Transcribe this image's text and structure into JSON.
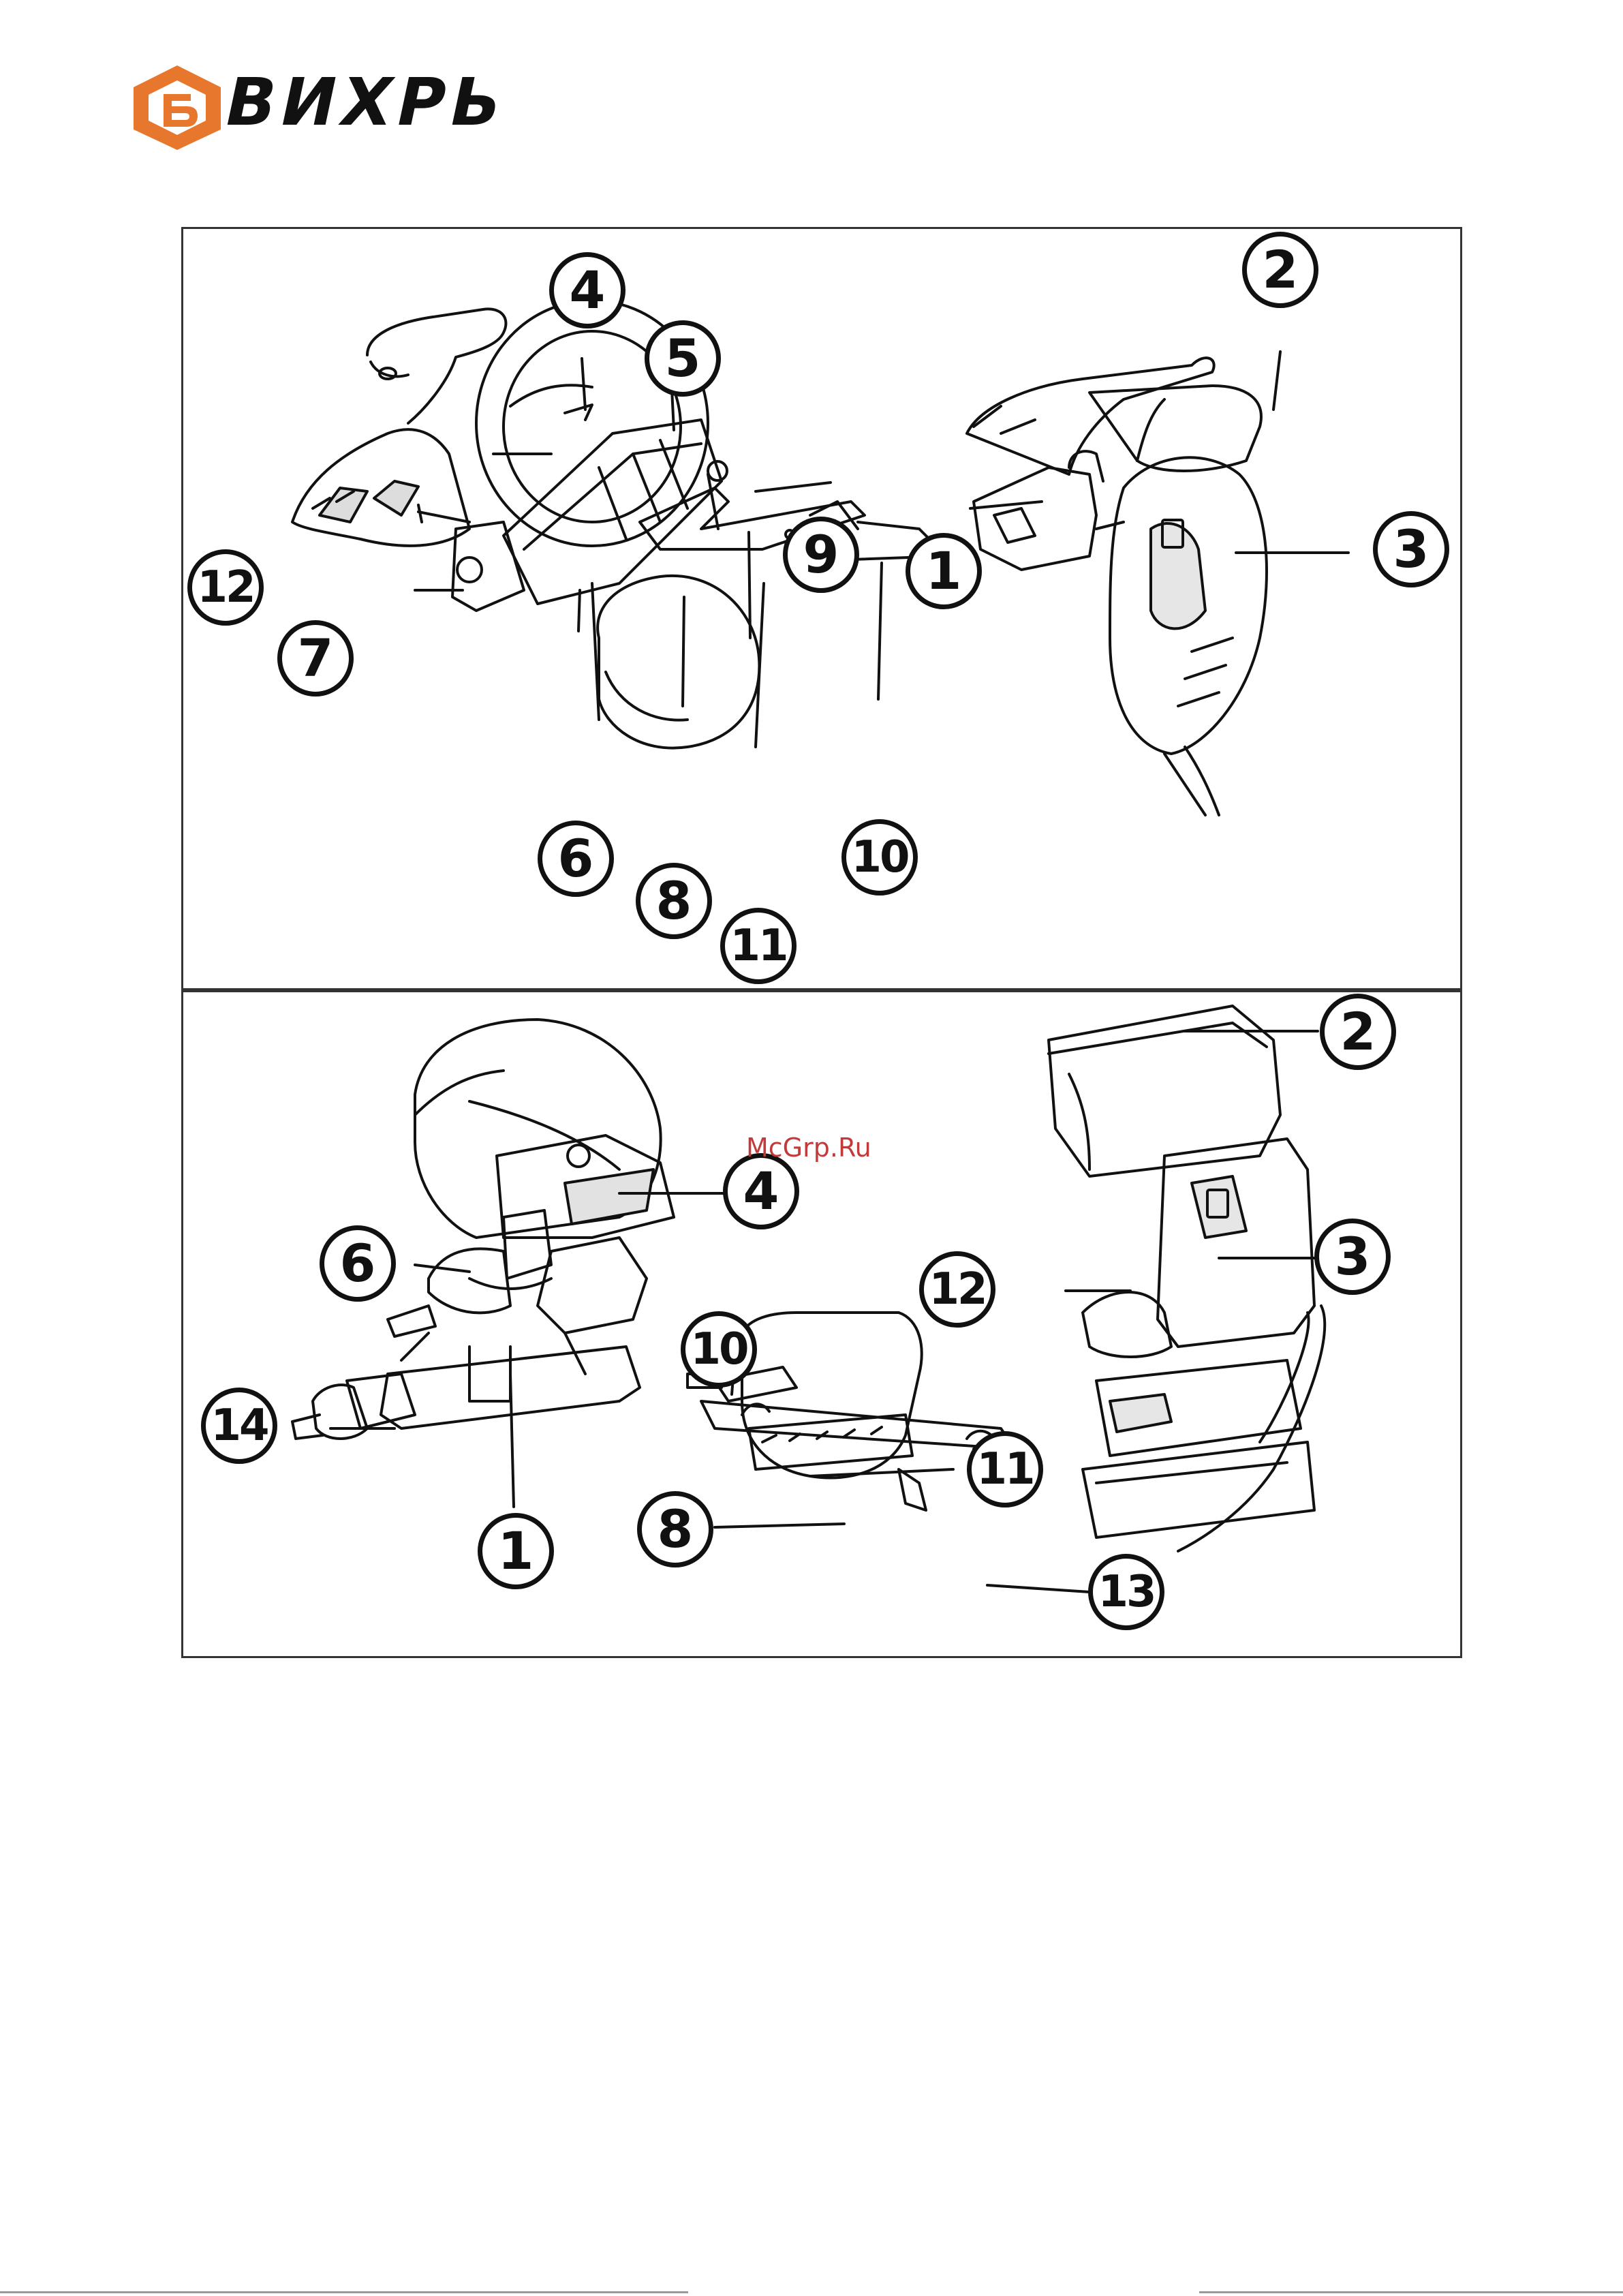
{
  "header": {
    "brand_name": "ВИХРЬ",
    "brand_color": "#E8772E",
    "logo_icon": "hexagon-b-logo-icon"
  },
  "figure_top": {
    "callouts": [
      "1",
      "2",
      "3",
      "4",
      "5",
      "6",
      "7",
      "8",
      "9",
      "10",
      "11",
      "12"
    ]
  },
  "figure_bottom": {
    "callouts": [
      "1",
      "2",
      "3",
      "4",
      "6",
      "8",
      "10",
      "11",
      "12",
      "13",
      "14"
    ]
  },
  "watermark": "McGrp.Ru",
  "colors": {
    "ink": "#111111",
    "frame": "#333333",
    "watermark": "#C23A3A"
  }
}
